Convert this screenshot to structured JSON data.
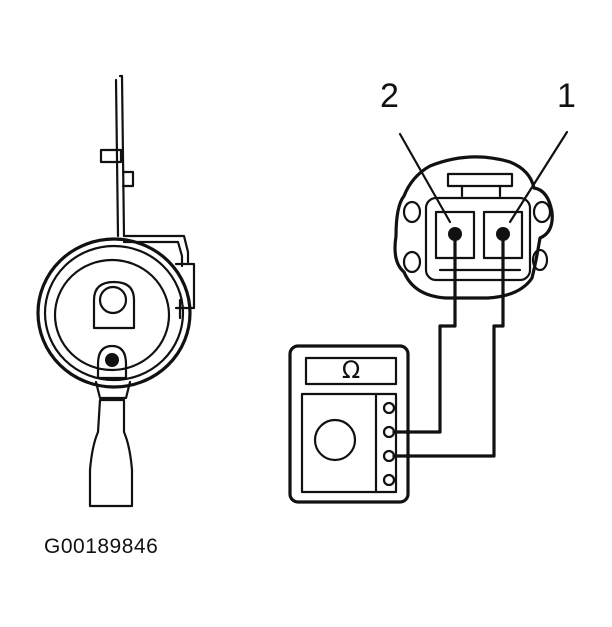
{
  "connector": {
    "terminal_labels": [
      "2",
      "1"
    ]
  },
  "meter": {
    "display_symbol": "Ω"
  },
  "figure_id": "G00189846"
}
